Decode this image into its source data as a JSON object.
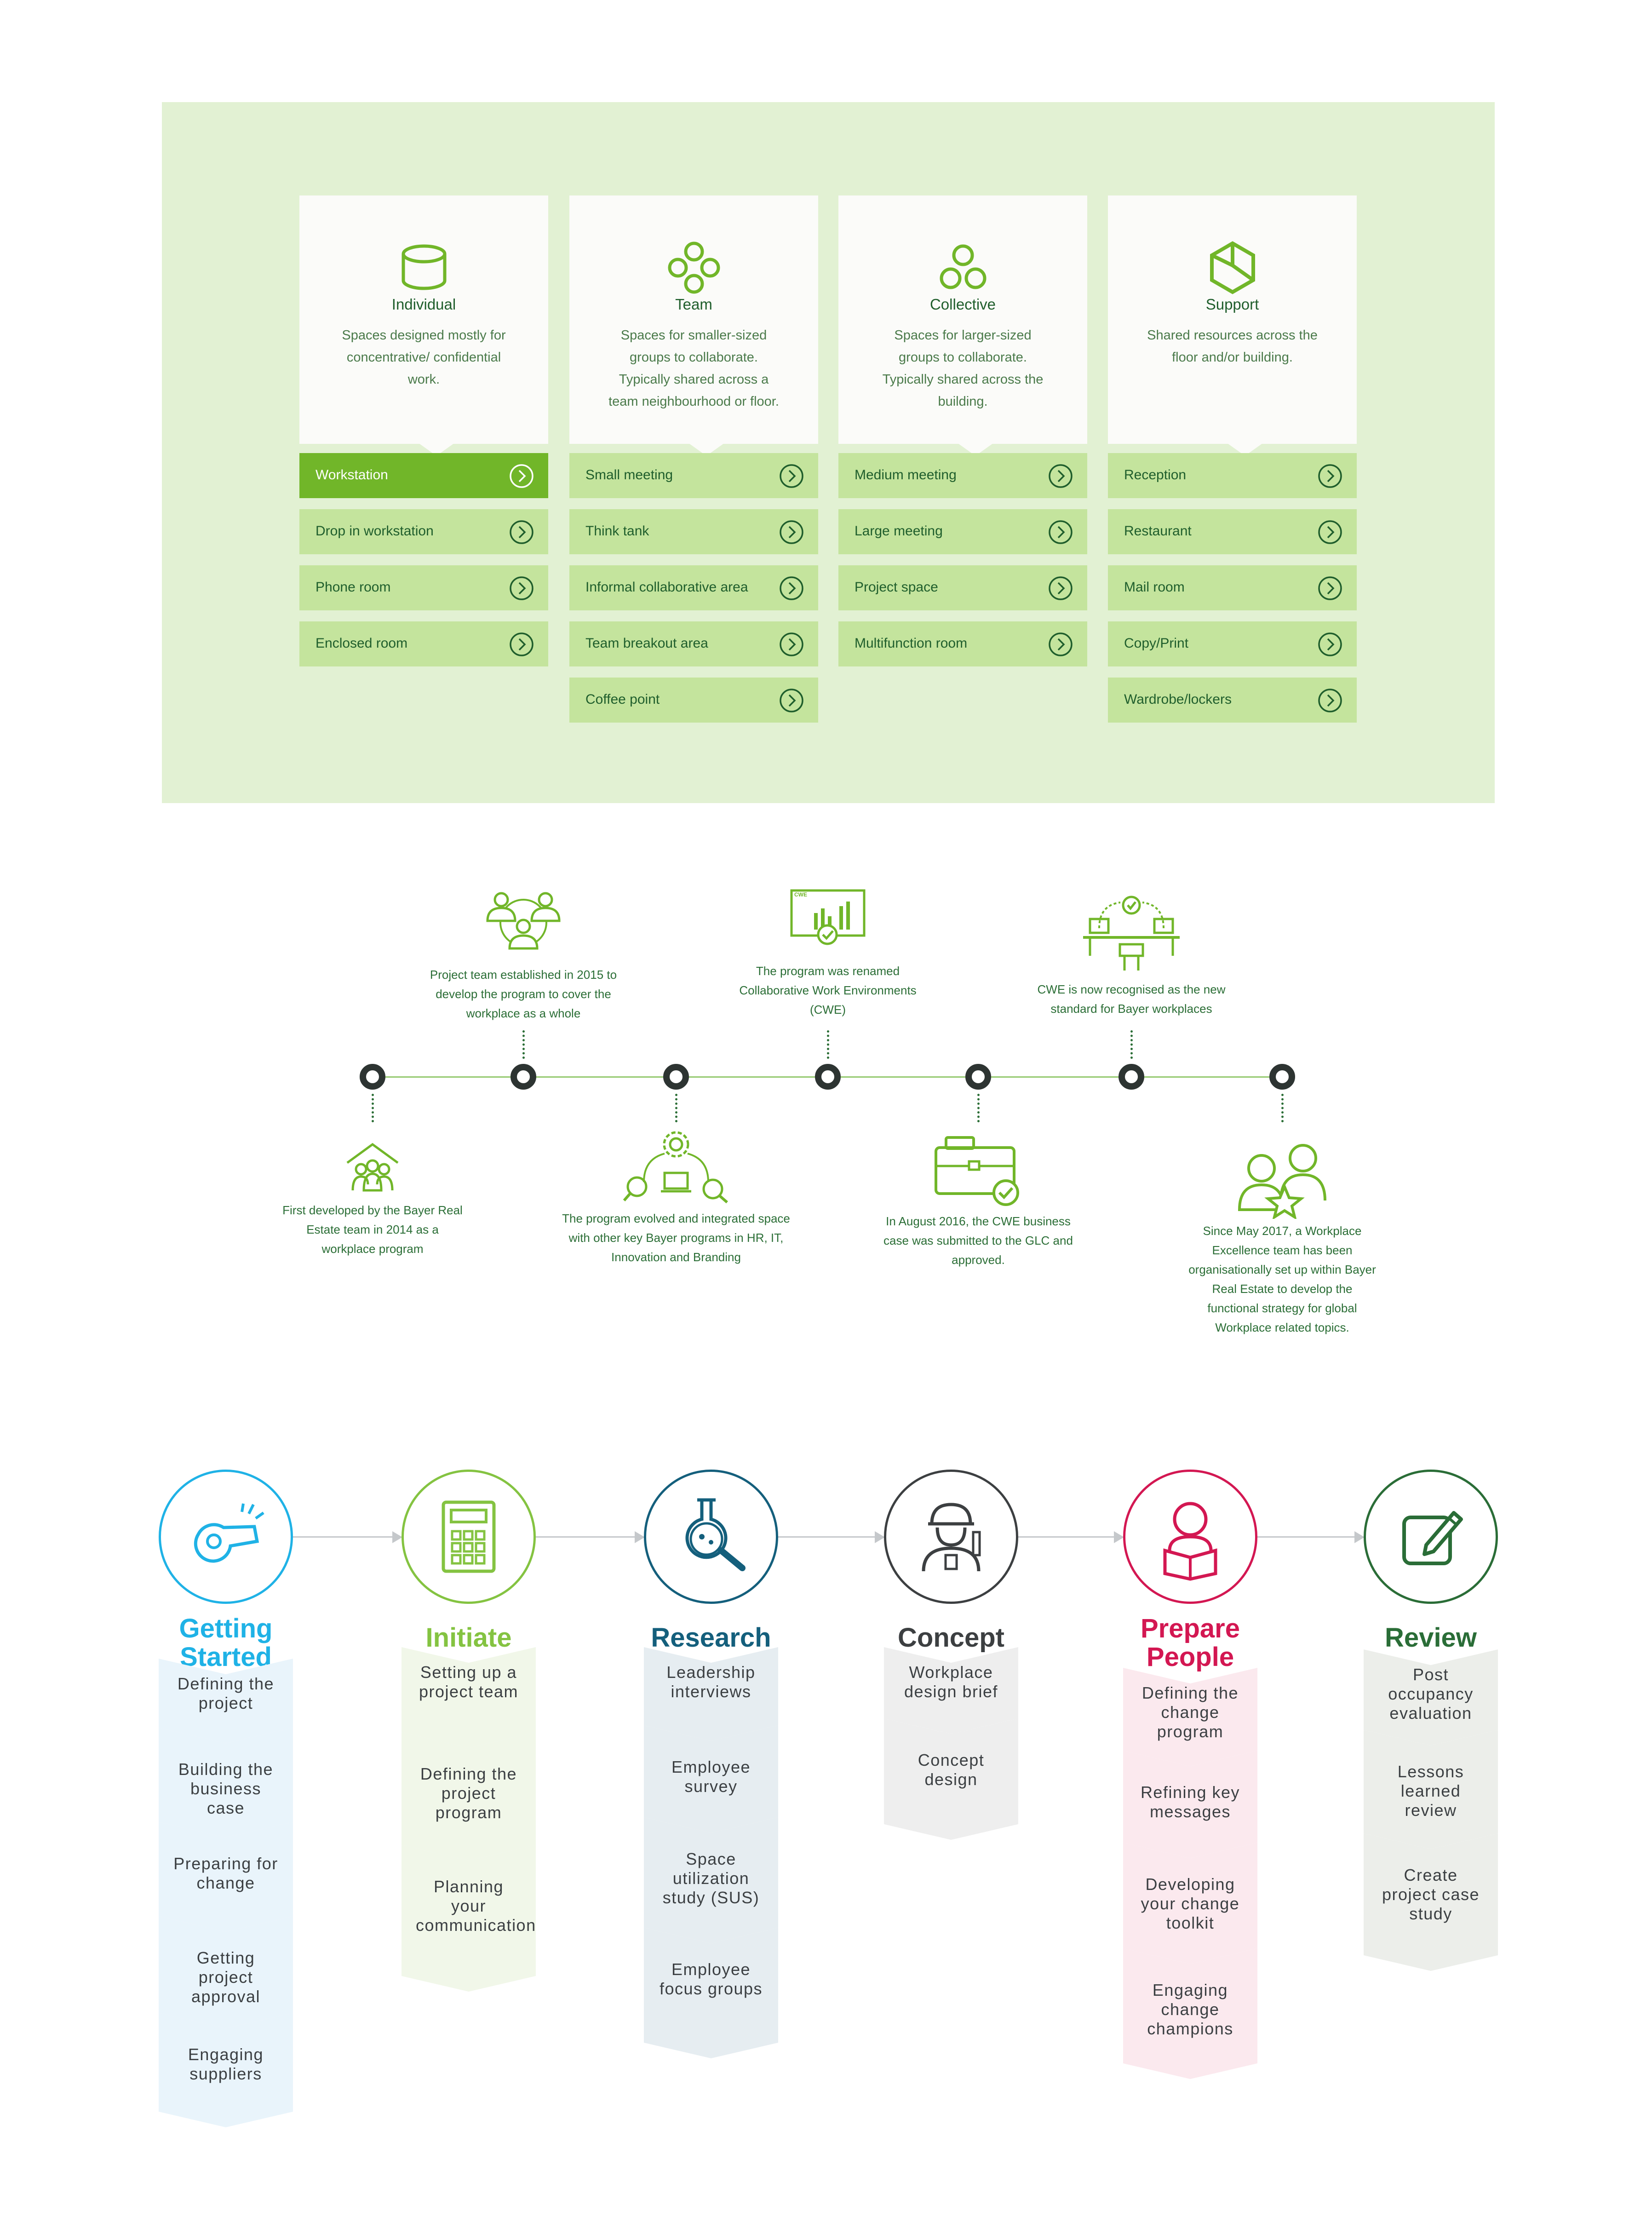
{
  "workspace": {
    "columns": [
      {
        "title": "Individual",
        "description": "Spaces designed mostly for concentrative/ confidential work.",
        "icon": "cylinder-icon",
        "items": [
          "Workstation",
          "Drop in workstation",
          "Phone room",
          "Enclosed room"
        ],
        "active_item": 0
      },
      {
        "title": "Team",
        "description": "Spaces for smaller-sized groups to collaborate. Typically shared across a team neighbourhood or floor.",
        "icon": "four-circles-icon",
        "items": [
          "Small meeting",
          "Think tank",
          "Informal collaborative area",
          "Team breakout area",
          "Coffee point"
        ]
      },
      {
        "title": "Collective",
        "description": "Spaces for larger-sized groups to collaborate. Typically shared across the building.",
        "icon": "three-circles-icon",
        "items": [
          "Medium meeting",
          "Large meeting",
          "Project space",
          "Multifunction room"
        ]
      },
      {
        "title": "Support",
        "description": "Shared resources across the floor and/or building.",
        "icon": "cube-icon",
        "items": [
          "Reception",
          "Restaurant",
          "Mail room",
          "Copy/Print",
          "Wardrobe/lockers"
        ]
      }
    ]
  },
  "timeline": {
    "events": [
      {
        "text": "First developed by the Bayer Real Estate team in 2014 as a workplace program",
        "position": "below",
        "icon": "house-people-icon"
      },
      {
        "text": "Project team established in 2015 to develop the program to cover the workplace as a whole",
        "position": "above",
        "icon": "team-network-icon"
      },
      {
        "text": "The program evolved and integrated space with other key Bayer programs in HR, IT, Innovation and Branding",
        "position": "below",
        "icon": "integration-gear-icon"
      },
      {
        "text": "The program was renamed Collaborative Work Environments (CWE)",
        "position": "above",
        "icon": "cwe-chart-icon",
        "icon_label": "CWE"
      },
      {
        "text": "In August 2016, the CWE business case was submitted to the GLC and approved.",
        "position": "below",
        "icon": "briefcase-check-icon"
      },
      {
        "text": "CWE is now recognised as the new standard for Bayer workplaces",
        "position": "above",
        "icon": "workplace-desks-icon"
      },
      {
        "text": "Since May 2017, a Workplace Excellence team has been organisationally set up within Bayer Real Estate to develop the functional strategy for global Workplace related topics.",
        "position": "below",
        "icon": "people-star-icon"
      }
    ]
  },
  "process": {
    "stages": [
      {
        "title": "Getting Started",
        "color": "#1fb2e6",
        "tint": "#e9f4fb",
        "icon": "whistle-icon",
        "steps": [
          "Defining the project",
          "Building the business case",
          "Preparing for change",
          "Getting project approval",
          "Engaging suppliers"
        ]
      },
      {
        "title": "Initiate",
        "color": "#84c341",
        "tint": "#f1f7e9",
        "icon": "calculator-icon",
        "steps": [
          "Setting up a project team",
          "Defining the project program",
          "Planning your communication"
        ]
      },
      {
        "title": "Research",
        "color": "#145f7c",
        "tint": "#e6edf1",
        "icon": "flask-magnifier-icon",
        "steps": [
          "Leadership interviews",
          "Employee survey",
          "Space utilization study (SUS)",
          "Employee focus groups"
        ]
      },
      {
        "title": "Concept",
        "color": "#3c3f41",
        "tint": "#eeeeee",
        "icon": "engineer-icon",
        "steps": [
          "Workplace design brief",
          "Concept design"
        ]
      },
      {
        "title": "Prepare People",
        "color": "#d31752",
        "tint": "#fbe9ee",
        "icon": "reader-icon",
        "steps": [
          "Defining the change program",
          "Refining key messages",
          "Developing your change toolkit",
          "Engaging change champions"
        ]
      },
      {
        "title": "Review",
        "color": "#2a6d37",
        "tint": "#eceeea",
        "icon": "pencil-square-icon",
        "steps": [
          "Post occupancy evaluation",
          "Lessons learned review",
          "Create project case study"
        ]
      }
    ]
  }
}
